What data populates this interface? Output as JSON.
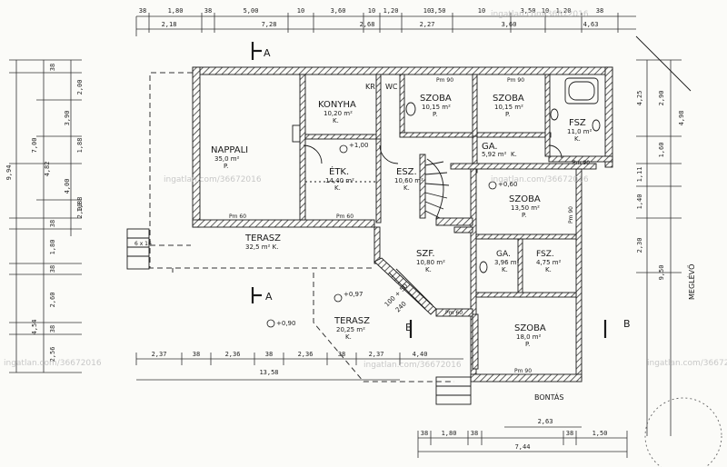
{
  "colors": {
    "ink": "#1a1a1a",
    "paper": "#fbfbf8",
    "hatch": "#3a3a3a",
    "watermark": "#c4c4c4"
  },
  "rooms": {
    "nappali": {
      "name": "NAPPALI",
      "area": "35,0 m²",
      "code": "P."
    },
    "konyha": {
      "name": "KONYHA",
      "area": "10,20 m²",
      "code": "K."
    },
    "kamra": {
      "name": "KR"
    },
    "wc": {
      "name": "WC"
    },
    "szoba1": {
      "name": "SZOBA",
      "area": "10,15 m²",
      "code": "P."
    },
    "szoba2": {
      "name": "SZOBA",
      "area": "10,15 m²",
      "code": "P."
    },
    "fsz1": {
      "name": "FSZ",
      "area": "11,0 m²",
      "code": "K."
    },
    "etk": {
      "name": "ÉTK.",
      "area": "14,40 m²",
      "code": "K."
    },
    "esz": {
      "name": "ESZ.",
      "area": "10,60 m²",
      "code": "K."
    },
    "ga1": {
      "name": "GA.",
      "area": "5,92 m²",
      "code": "K."
    },
    "szoba3": {
      "name": "SZOBA",
      "area": "13,50 m²",
      "code": "P."
    },
    "ga2": {
      "name": "GA.",
      "area": "3,96 m²",
      "code": "K."
    },
    "fsz2": {
      "name": "FSZ.",
      "area": "4,75 m²",
      "code": "K."
    },
    "szf": {
      "name": "SZF.",
      "area": "10,80 m²",
      "code": "K."
    },
    "szoba4": {
      "name": "SZOBA",
      "area": "18,0 m²",
      "code": "P."
    },
    "terasz1": {
      "name": "TERASZ",
      "area": "32,5 m² K."
    },
    "terasz2": {
      "name": "TERASZ",
      "area": "20,25 m²",
      "code": "K."
    }
  },
  "section_marks": {
    "a": "A",
    "b": "B"
  },
  "levels": {
    "plus100": "+1,00",
    "plus060": "+0,60",
    "plus097": "+0,97",
    "plus090": "+0,90"
  },
  "notes": {
    "meglevo": "MEGLÉVŐ",
    "bontas": "BONTÁS",
    "stair": "100 + 50",
    "stair2": "240",
    "window": "6 x 16"
  },
  "sill": "Pm 60",
  "sill90": "Pm 90",
  "dims_top": [
    "38",
    "1,80",
    "38",
    "5,00",
    "10",
    "3,60",
    "10",
    "1,20",
    "10",
    "3,50",
    "10",
    "3,50",
    "10",
    "1,20",
    "38"
  ],
  "dims_top2": [
    "2,18",
    "7,28",
    "2,68",
    "2,27",
    "3,60",
    "4,63"
  ],
  "dims_left": [
    "38",
    "2,00",
    "3,90",
    "1,88",
    "4,82",
    "4,00",
    "1,88",
    "2,00",
    "38",
    "1,80",
    "38",
    "2,60",
    "38",
    "2,56"
  ],
  "dims_left2": [
    "9,94",
    "7,00",
    "4,54"
  ],
  "dims_right": [
    "4,25",
    "2,90",
    "4,98",
    "1,60",
    "1,11",
    "1,40",
    "2,30",
    "9,50"
  ],
  "dims_bottom": [
    "38",
    "1,80",
    "38",
    "2,63",
    "38",
    "1,50",
    "7,44"
  ],
  "dims_mid": [
    "2,37",
    "38",
    "2,36",
    "38",
    "2,36",
    "38",
    "2,37",
    "13,58",
    "4,40"
  ],
  "watermark": "ingatlan.com/36672016"
}
